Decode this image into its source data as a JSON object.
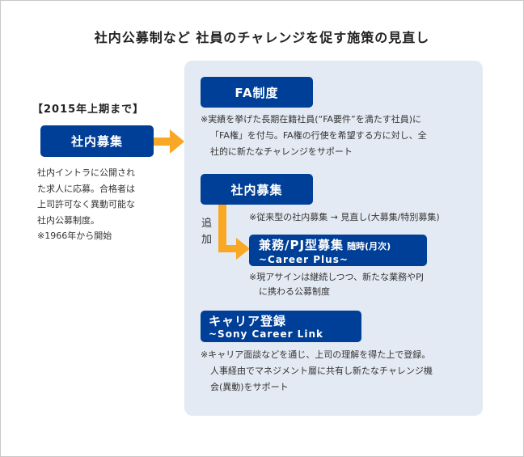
{
  "title": "社内公募制など 社員のチャレンジを促す施策の見直し",
  "colors": {
    "box": "#003f98",
    "panel": "#e4eaf3",
    "arrow": "#f9a825"
  },
  "left": {
    "period": "【2015年上期まで】",
    "box_label": "社内募集",
    "description": [
      "社内イントラに公開され",
      "た求人に応募。合格者は",
      "上司許可なく異動可能な",
      "社内公募制度。",
      "※1966年から開始"
    ]
  },
  "right": {
    "fa": {
      "label": "FA制度",
      "note": [
        "※実績を挙げた長期在籍社員(“FA要件”を満たす社員)に",
        "「FA権」を付与。FA権の行使を希望する方に対し、全",
        "社的に新たなチャレンジをサポート"
      ]
    },
    "internal": {
      "label": "社内募集",
      "note": "※従来型の社内募集 → 見直し(大募集/特別募集)",
      "add_label": "追加"
    },
    "career_plus": {
      "label": "兼務/PJ型募集",
      "timing": "随時(月次)",
      "subtitle": "~Career Plus~",
      "note": [
        "※現アサインは継続しつつ、新たな業務やPJ",
        "に携わる公募制度"
      ]
    },
    "career_link": {
      "label": "キャリア登録",
      "subtitle": "~Sony Career Link",
      "note": [
        "※キャリア面談などを通じ、上司の理解を得た上で登録。",
        "人事経由でマネジメント層に共有し新たなチャレンジ機",
        "会(異動)をサポート"
      ]
    }
  }
}
